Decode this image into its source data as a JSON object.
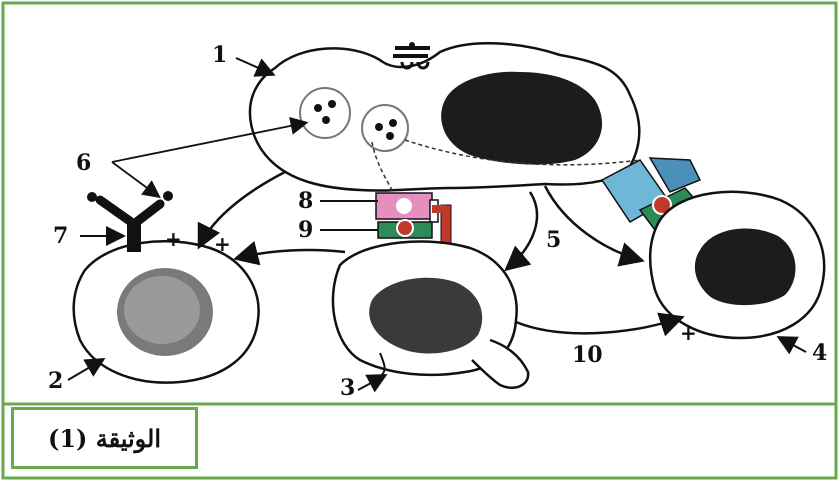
{
  "diagram": {
    "labels": {
      "n1": "1",
      "n2": "2",
      "n3": "3",
      "n4": "4",
      "n5": "5",
      "n6": "6",
      "n7": "7",
      "n8": "8",
      "n9": "9",
      "n10": "10"
    },
    "plus_sign": "+",
    "caption": "الوثيقة (1)",
    "colors": {
      "frame": "#6aa84f",
      "receptor_pink": "#e48fc0",
      "receptor_red": "#c0392b",
      "receptor_green": "#2e8b57",
      "receptor_blue": "#6fb7d6"
    }
  }
}
